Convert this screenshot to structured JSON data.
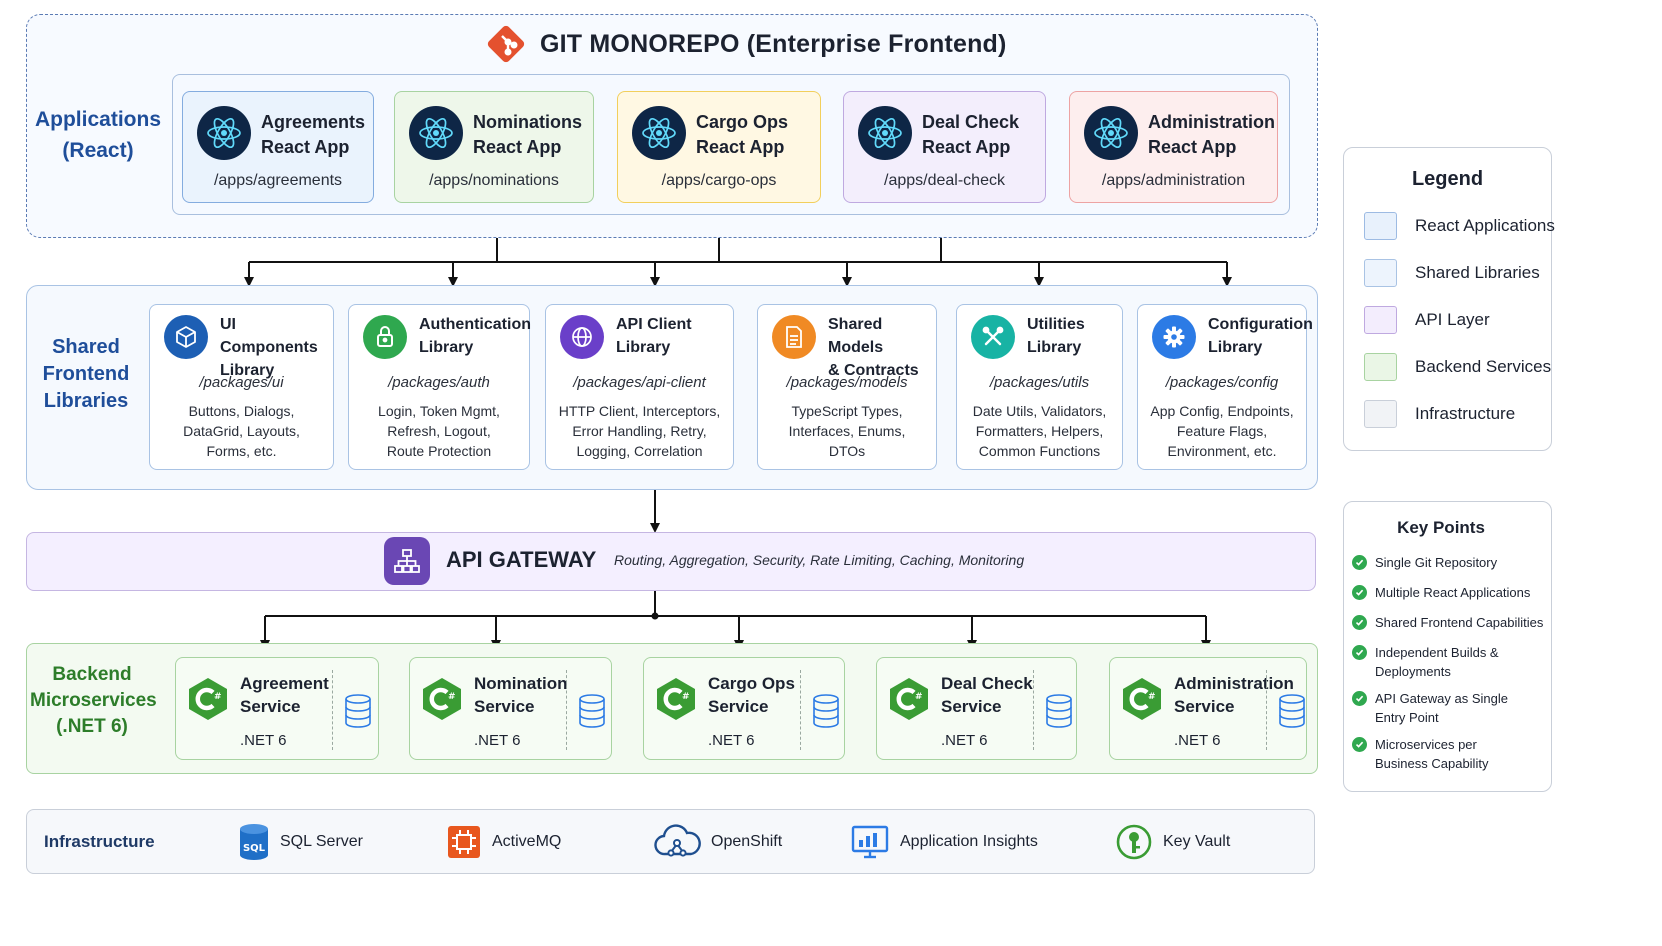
{
  "monorepo": {
    "title": "GIT MONOREPO (Enterprise Frontend)",
    "apps_label": "Applications (React)",
    "apps": [
      {
        "line1": "Agreements",
        "line2": "React App",
        "path": "/apps/agreements"
      },
      {
        "line1": "Nominations",
        "line2": "React App",
        "path": "/apps/nominations"
      },
      {
        "line1": "Cargo Ops",
        "line2": "React App",
        "path": "/apps/cargo-ops"
      },
      {
        "line1": "Deal Check",
        "line2": "React App",
        "path": "/apps/deal-check"
      },
      {
        "line1": "Administration",
        "line2": "React App",
        "path": "/apps/administration"
      }
    ]
  },
  "shared": {
    "label": "Shared Frontend Libraries",
    "libraries": [
      {
        "line1": "UI Components",
        "line2": "Library",
        "path": "/packages/ui",
        "desc": [
          "Buttons, Dialogs,",
          "DataGrid, Layouts,",
          "Forms, etc."
        ],
        "icon": "cube-icon"
      },
      {
        "line1": "Authentication",
        "line2": "Library",
        "path": "/packages/auth",
        "desc": [
          "Login, Token Mgmt,",
          "Refresh, Logout,",
          "Route Protection"
        ],
        "icon": "lock-icon"
      },
      {
        "line1": "API Client",
        "line2": "Library",
        "path": "/packages/api-client",
        "desc": [
          "HTTP Client, Interceptors,",
          "Error Handling, Retry,",
          "Logging, Correlation"
        ],
        "icon": "globe-icon"
      },
      {
        "line1": "Shared Models",
        "line2": "& Contracts",
        "path": "/packages/models",
        "desc": [
          "TypeScript Types,",
          "Interfaces, Enums,",
          "DTOs"
        ],
        "icon": "document-icon"
      },
      {
        "line1": "Utilities",
        "line2": "Library",
        "path": "/packages/utils",
        "desc": [
          "Date Utils, Validators,",
          "Formatters, Helpers,",
          "Common Functions"
        ],
        "icon": "tools-icon"
      },
      {
        "line1": "Configuration",
        "line2": "Library",
        "path": "/packages/config",
        "desc": [
          "App Config, Endpoints,",
          "Feature Flags,",
          "Environment, etc."
        ],
        "icon": "gear-icon"
      }
    ]
  },
  "gateway": {
    "title": "API GATEWAY",
    "desc": "Routing, Aggregation, Security, Rate Limiting, Caching, Monitoring"
  },
  "backend": {
    "label": "Backend Microservices (.NET 6)",
    "services": [
      {
        "line1": "Agreement",
        "line2": "Service",
        "runtime": ".NET 6"
      },
      {
        "line1": "Nomination",
        "line2": "Service",
        "runtime": ".NET 6"
      },
      {
        "line1": "Cargo Ops",
        "line2": "Service",
        "runtime": ".NET 6"
      },
      {
        "line1": "Deal Check",
        "line2": "Service",
        "runtime": ".NET 6"
      },
      {
        "line1": "Administration",
        "line2": "Service",
        "runtime": ".NET 6"
      }
    ]
  },
  "infrastructure": {
    "label": "Infrastructure",
    "items": [
      {
        "label": "SQL Server",
        "icon": "sql-server-icon"
      },
      {
        "label": "ActiveMQ",
        "icon": "activemq-icon"
      },
      {
        "label": "OpenShift",
        "icon": "cloud-icon"
      },
      {
        "label": "Application Insights",
        "icon": "monitor-icon"
      },
      {
        "label": "Key Vault",
        "icon": "key-vault-icon"
      }
    ]
  },
  "legend": {
    "title": "Legend",
    "items": [
      {
        "label": "React Applications",
        "fill": "#e8f1fc",
        "border": "#9dbbe3"
      },
      {
        "label": "Shared Libraries",
        "fill": "#edf4fd",
        "border": "#a9c3e4"
      },
      {
        "label": "API Layer",
        "fill": "#f3edfd",
        "border": "#bfa9e0"
      },
      {
        "label": "Backend Services",
        "fill": "#eaf6e6",
        "border": "#a8d3a1"
      },
      {
        "label": "Infrastructure",
        "fill": "#f1f3f6",
        "border": "#c9cfd9"
      }
    ]
  },
  "key_points": {
    "title": "Key Points",
    "items": [
      [
        "Single Git Repository"
      ],
      [
        "Multiple React Applications"
      ],
      [
        "Shared Frontend Capabilities"
      ],
      [
        "Independent Builds &",
        "Deployments"
      ],
      [
        "API Gateway as Single",
        "Entry Point"
      ],
      [
        "Microservices per",
        "Business Capability"
      ]
    ]
  },
  "colors": {
    "agreements": "#eaf3fd",
    "nominations": "#eef7ea",
    "cargo_ops": "#fff8e3",
    "deal_check": "#f3eefc",
    "administration": "#fdeeee",
    "react_icon_bg": "#0e2646",
    "csharp_green": "#3a9c34",
    "check_green": "#2fa84f"
  }
}
